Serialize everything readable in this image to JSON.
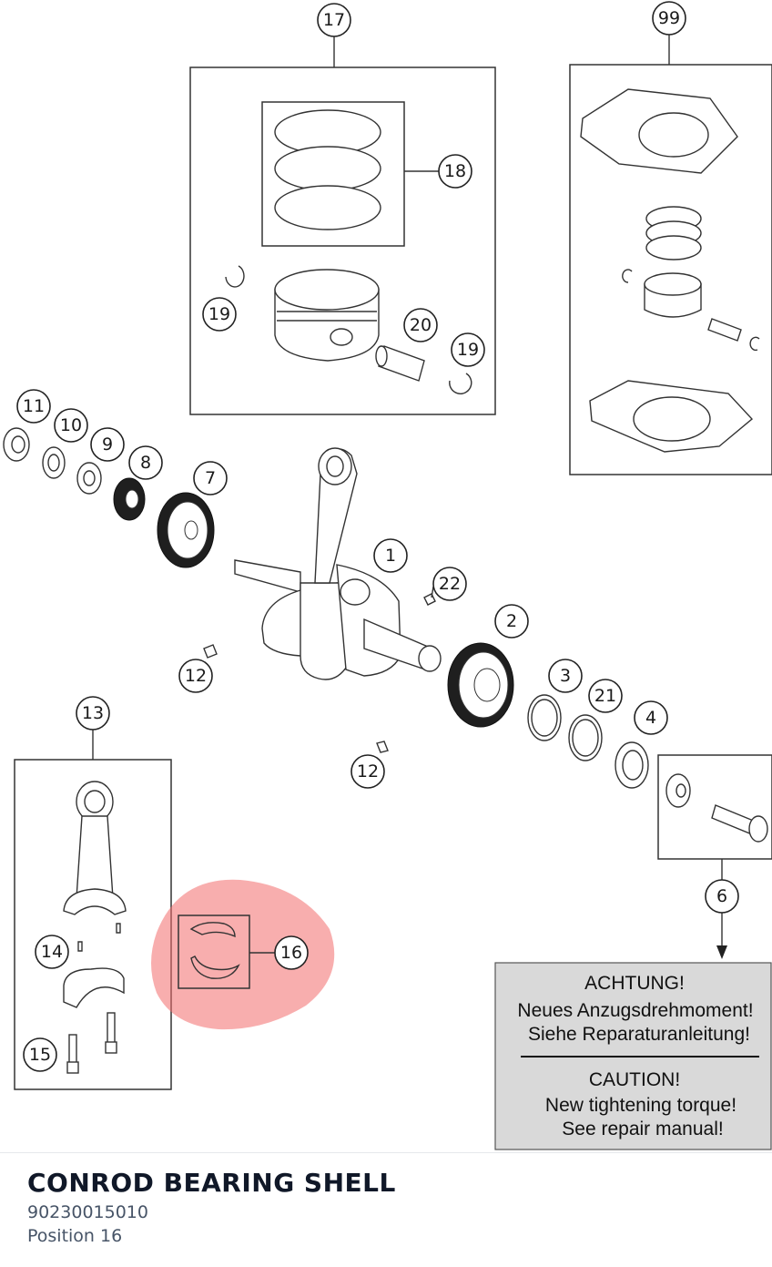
{
  "diagram": {
    "callouts": [
      "17",
      "18",
      "19",
      "20",
      "19",
      "99",
      "11",
      "10",
      "9",
      "8",
      "7",
      "1",
      "22",
      "2",
      "12",
      "3",
      "21",
      "4",
      "12",
      "13",
      "6",
      "14",
      "16",
      "15"
    ],
    "warning": {
      "de_heading": "ACHTUNG!",
      "de_line1": "Neues Anzugsdrehmoment!",
      "de_line2": "Siehe Reparaturanleitung!",
      "en_heading": "CAUTION!",
      "en_line1": "New tightening torque!",
      "en_line2": "See repair manual!"
    },
    "highlight_color": "#f26b6b"
  },
  "selected_part": {
    "title": "CONROD BEARING SHELL",
    "part_number": "90230015010",
    "position": "Position 16"
  }
}
